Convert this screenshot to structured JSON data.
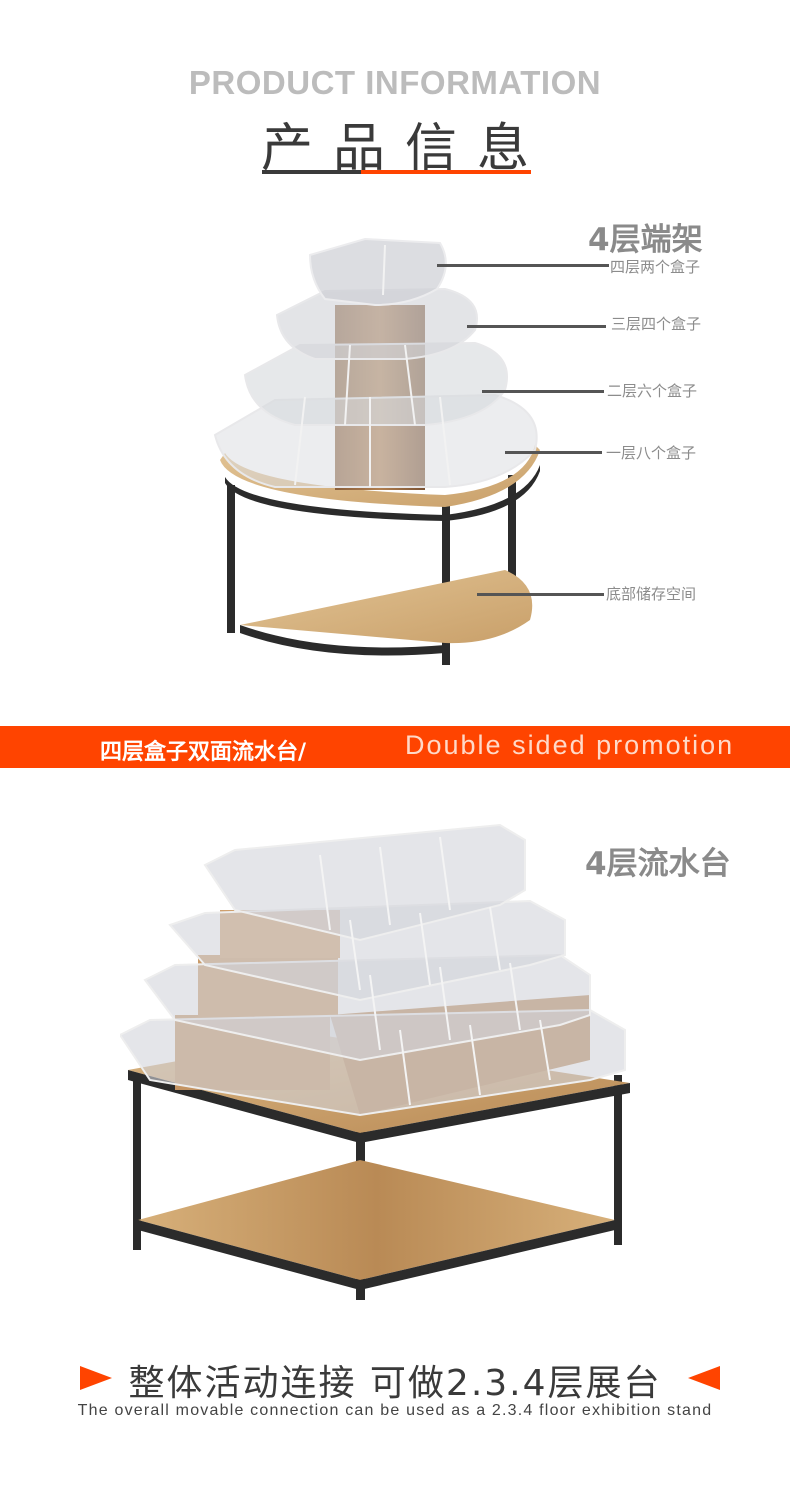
{
  "header": {
    "title_en": "PRODUCT INFORMATION",
    "title_cn": "产品信息",
    "underline_colors": {
      "dark": "#3a3a3a",
      "accent": "#ff4400"
    }
  },
  "product1": {
    "title": "4层端架",
    "callouts": [
      {
        "label": "四层两个盒子"
      },
      {
        "label": "三层四个盒子"
      },
      {
        "label": "二层六个盒子"
      },
      {
        "label": "一层八个盒子"
      },
      {
        "label": "底部储存空间"
      }
    ]
  },
  "banner": {
    "cn": "四层盒子双面流水台/",
    "en": "Double sided promotion",
    "color": "#ff4400"
  },
  "product2": {
    "title": "4层流水台"
  },
  "footer": {
    "cn": "整体活动连接 可做2.3.4层展台",
    "en": "The overall movable connection can be used as a 2.3.4 floor exhibition stand",
    "arrow_left_icon": "triangle-right-icon",
    "arrow_right_icon": "triangle-left-icon"
  }
}
